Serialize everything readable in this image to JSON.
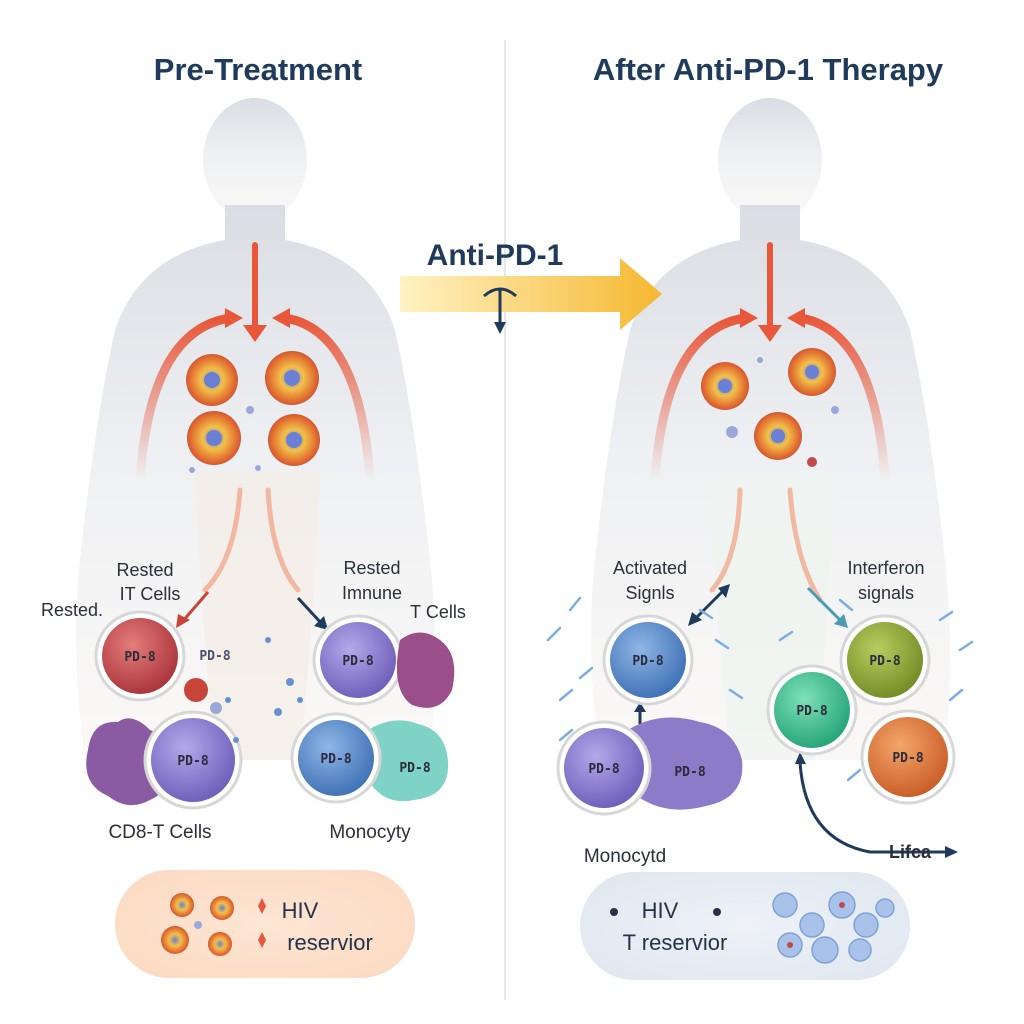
{
  "panels": {
    "left_title": "Pre-Treatment",
    "right_title": "After Anti-PD-1 Therapy"
  },
  "drug": {
    "label": "Anti-PD-1"
  },
  "left": {
    "label_rested_it_1": "Rested",
    "label_rested_it_2": "IT Cells",
    "label_rested_side": "Rested.",
    "label_rested_imm_1": "Rested",
    "label_rested_imm_2": "Imnune",
    "label_t_cells": "T Cells",
    "cell_red": "PD-8",
    "cell_red_side": "PD-8",
    "cell_purple_top": "PD-8",
    "cell_purple_bottom": "PD-8",
    "cell_blue": "PD-8",
    "cell_teal": "PD-8",
    "label_cd8": "CD8-T Cells",
    "label_monocyte": "Monocyty",
    "reservoir_line1": "HIV",
    "reservoir_line2": "reservior"
  },
  "right": {
    "label_activated_1": "Activated",
    "label_activated_2": "Signls",
    "label_interferon_1": "Interferon",
    "label_interferon_2": "signals",
    "cell_blue": "PD-8",
    "cell_olive": "PD-8",
    "cell_green": "PD-8",
    "cell_purple": "PD-8",
    "cell_purple_mono": "PD-8",
    "cell_orange": "PD-8",
    "label_monocyte": "Monocytd",
    "label_lifca": "Lifca",
    "reservoir_line1": "HIV",
    "reservoir_line2": "T reservior"
  },
  "colors": {
    "title": "#1f3a5b",
    "flow_arrow": "#e8573a",
    "drug_arrow": "#f5c445",
    "red_cell": "#c8454b",
    "purple_cell": "#8d7fd0",
    "blue_cell": "#5d8fcf",
    "teal_cell": "#7fd3c6",
    "olive_cell": "#8faa3a",
    "green_cell": "#3dbf92",
    "orange_cell": "#e2793b"
  }
}
